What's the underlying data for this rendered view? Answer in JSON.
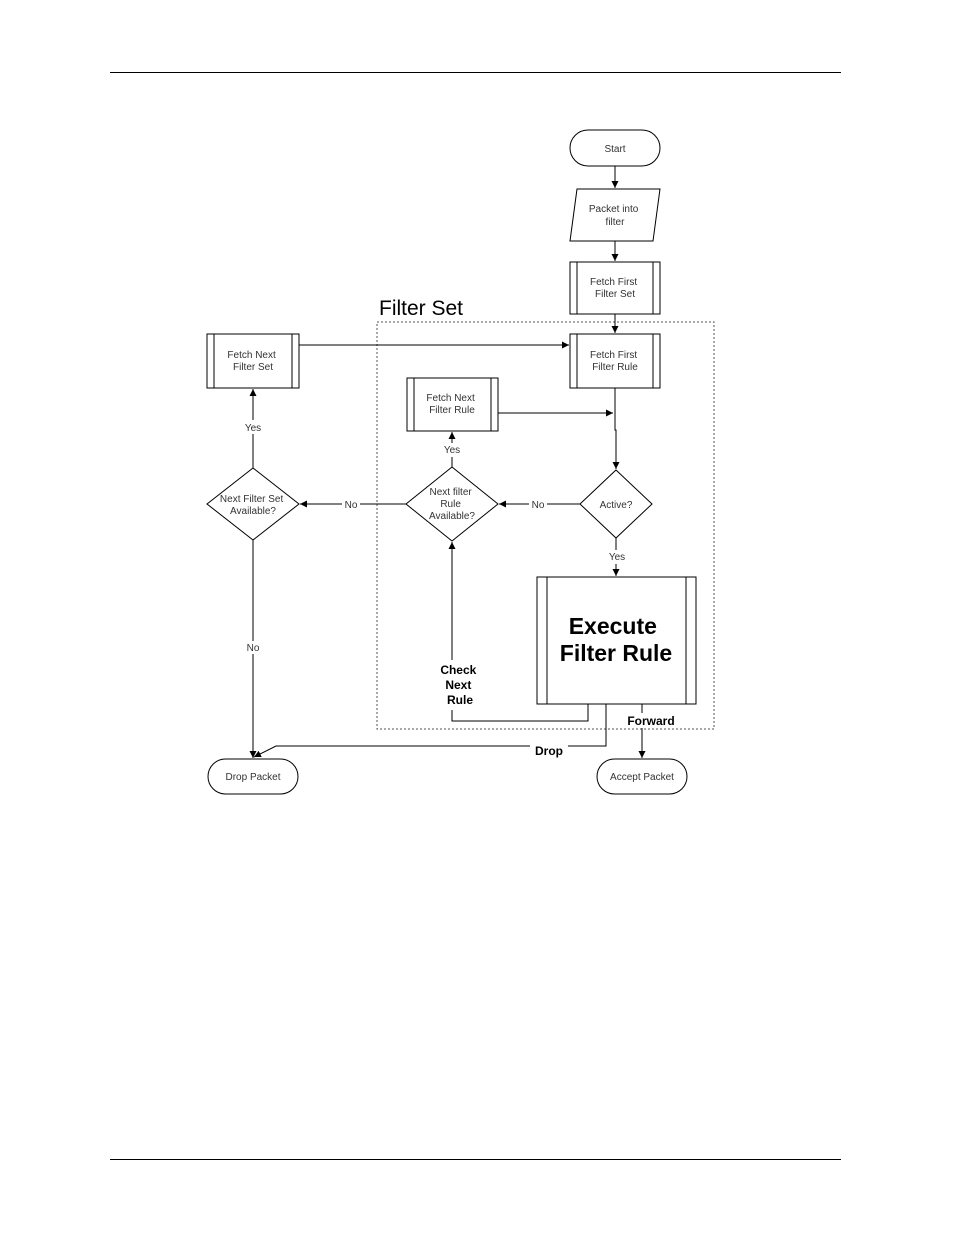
{
  "diagram": {
    "group_label": "Filter Set",
    "nodes": {
      "start": "Start",
      "packet_into_filter": [
        "Packet into",
        "filter"
      ],
      "fetch_first_filter_set": [
        "Fetch First",
        "Filter Set"
      ],
      "fetch_first_filter_rule": [
        "Fetch First",
        "Filter Rule"
      ],
      "fetch_next_filter_set": [
        "Fetch Next",
        "Filter Set"
      ],
      "fetch_next_filter_rule": [
        "Fetch Next",
        "Filter Rule"
      ],
      "next_filter_set_available": [
        "Next Filter Set",
        "Available?"
      ],
      "next_filter_rule_available": [
        "Next filter",
        "Rule",
        "Available?"
      ],
      "active": "Active?",
      "execute_filter_rule": [
        "Execute",
        "Filter Rule"
      ],
      "drop_packet": "Drop Packet",
      "accept_packet": "Accept Packet"
    },
    "edge_labels": {
      "yes_set": "Yes",
      "yes_rule": "Yes",
      "yes_active": "Yes",
      "no_rule": "No",
      "no_active": "No",
      "no_set": "No",
      "check_next_rule": [
        "Check",
        "Next",
        "Rule"
      ],
      "forward": "Forward",
      "drop": "Drop"
    }
  }
}
